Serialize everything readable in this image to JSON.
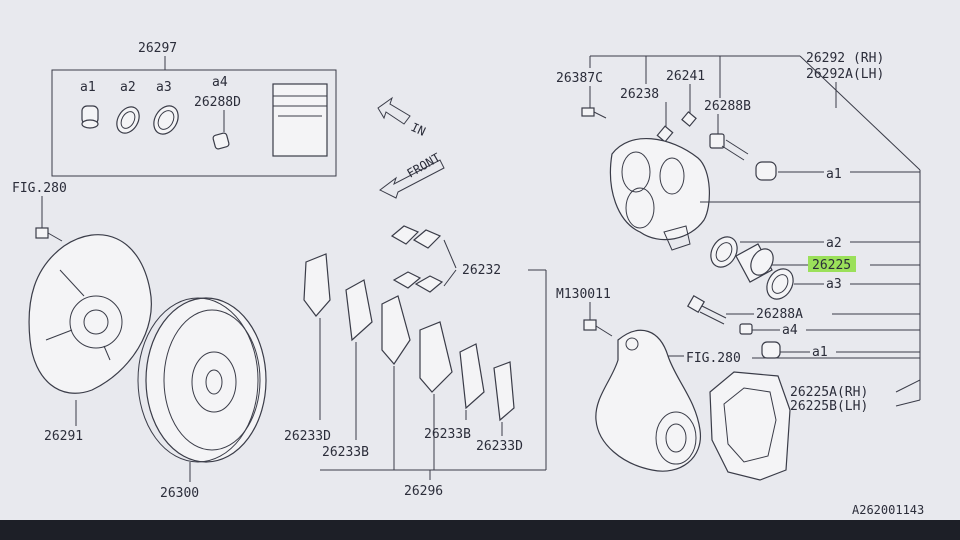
{
  "labels": {
    "kit": "26297",
    "a1": "a1",
    "a2": "a2",
    "a3": "a3",
    "a4": "a4",
    "pin_kit": "26288D",
    "fig280_top": "FIG.280",
    "arrow_in": "IN",
    "arrow_front": "FRONT",
    "caliper": "26292 (RH)",
    "caliper_lh": "26292A(LH)",
    "bolt_26387c": "26387C",
    "bleeder": "26238",
    "bleeder_cap": "26241",
    "guide_pin": "26288B",
    "r_a1": "a1",
    "r_a2": "a2",
    "r_a3": "a3",
    "piston": "26225",
    "pin_a": "26288A",
    "r_a4": "a4",
    "r_a1b": "a1",
    "bolt_m130011": "M130011",
    "fig280_knuckle": "FIG.280",
    "support": "26225A(RH)",
    "support_lh": "26225B(LH)",
    "pad_clips": "26232",
    "shim_left": "26233D",
    "shim_b_left": "26233B",
    "shim_b_right": "26233B",
    "shim_right": "26233D",
    "pad_set": "26296",
    "dust_cover": "26291",
    "rotor": "26300",
    "diagram_id": "A262001143"
  }
}
